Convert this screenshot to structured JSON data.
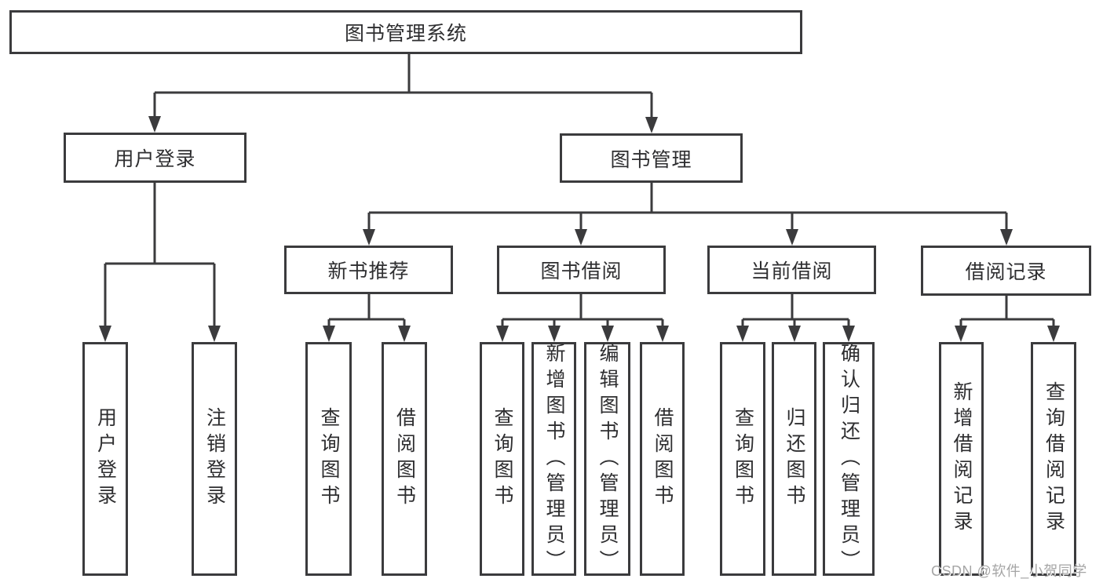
{
  "tree": {
    "root": "图书管理系统",
    "branches": [
      {
        "label": "用户登录",
        "children": [
          "用户登录",
          "注销登录"
        ]
      },
      {
        "label": "图书管理",
        "children_nodes": [
          {
            "label": "新书推荐",
            "children": [
              "查询图书",
              "借阅图书"
            ]
          },
          {
            "label": "图书借阅",
            "children": [
              "查询图书",
              "新增图书（管理员）",
              "编辑图书（管理员）",
              "借阅图书"
            ]
          },
          {
            "label": "当前借阅",
            "children": [
              "查询图书",
              "归还图书",
              "确认归还（管理员）"
            ]
          },
          {
            "label": "借阅记录",
            "children": [
              "新增借阅记录",
              "查询借阅记录"
            ]
          }
        ]
      }
    ]
  },
  "watermark": {
    "text": "CSDN @软件_小贺同学"
  },
  "colors": {
    "line": "#3b3b3d",
    "text": "#2e2e30",
    "background": "#ffffff",
    "watermark": "#a6a6a6"
  }
}
